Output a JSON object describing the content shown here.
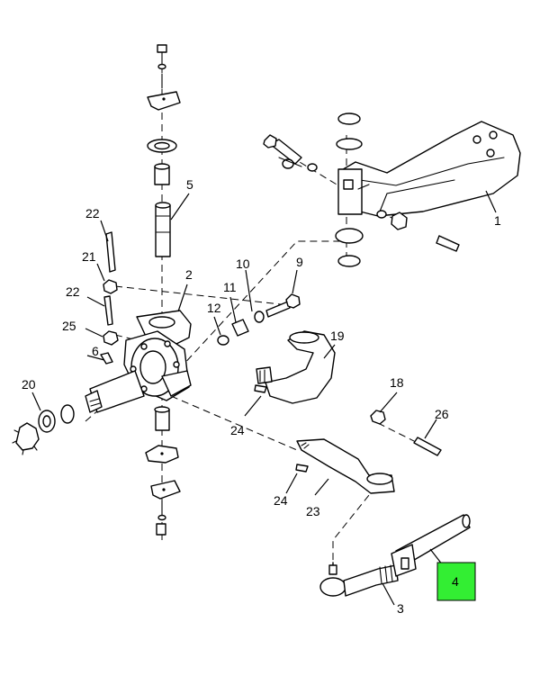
{
  "highlight": {
    "color": "#33ee33",
    "part": "4"
  },
  "callouts": {
    "c1": "1",
    "c2": "2",
    "c3": "3",
    "c4": "4",
    "c5": "5",
    "c6": "6",
    "c9": "9",
    "c10": "10",
    "c11": "11",
    "c12": "12",
    "c18": "18",
    "c19": "19",
    "c20": "20",
    "c21": "21",
    "c22a": "22",
    "c22b": "22",
    "c23": "23",
    "c24a": "24",
    "c24b": "24",
    "c25": "25",
    "c26": "26"
  }
}
